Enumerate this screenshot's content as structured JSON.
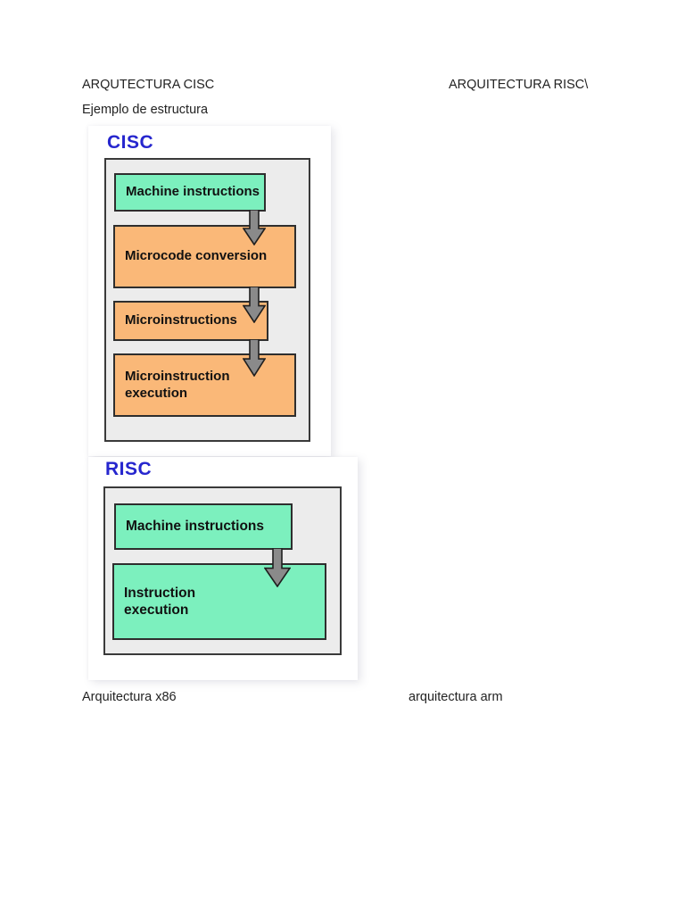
{
  "document": {
    "heading_left": "ARQUTECTURA CISC",
    "heading_right": "ARQUITECTURA RISC\\",
    "subheading": "Ejemplo de estructura",
    "caption_left": "Arquitectura x86",
    "caption_right": "arquitectura arm"
  },
  "cisc": {
    "title": "CISC",
    "boxes": [
      {
        "label": "Machine instructions",
        "color": "green"
      },
      {
        "label": "Microcode conversion",
        "color": "orange"
      },
      {
        "label": "Microinstructions",
        "color": "orange"
      },
      {
        "label": "Microinstruction execution",
        "color": "orange"
      }
    ],
    "arrow_icon": "arrow-down"
  },
  "risc": {
    "title": "RISC",
    "boxes": [
      {
        "label": "Machine instructions",
        "color": "green"
      },
      {
        "label": "Instruction execution",
        "color": "green"
      }
    ],
    "arrow_icon": "arrow-down"
  },
  "colors": {
    "box_green": "#7cf0be",
    "box_orange": "#fab878",
    "diagram_background": "#ececec",
    "diagram_border": "#3a3a3a",
    "arrow_fill": "#8a8a8a",
    "title_blue": "#2626ce",
    "text": "#232323"
  }
}
